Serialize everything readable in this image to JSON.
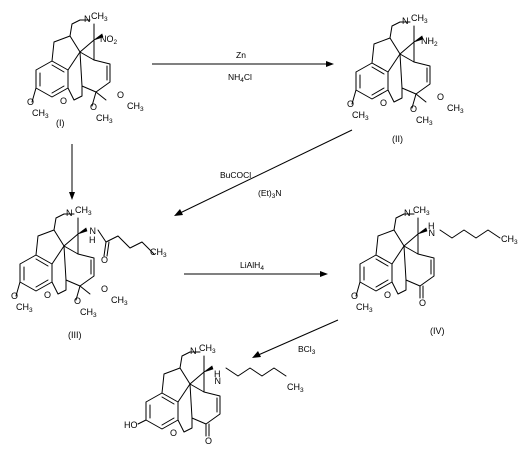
{
  "atoms": {
    "n": "N",
    "ch": "CH",
    "three": "3",
    "no": "NO",
    "two": "2",
    "nh": "NH",
    "o": "O",
    "h": "H",
    "ho": "HO",
    "n_sub": "N",
    "nh_amide": "N"
  },
  "compounds": {
    "I": "(I)",
    "II": "(II)",
    "III": "(III)",
    "IV": "(IV)"
  },
  "reagents": {
    "zn": "Zn",
    "nh4cl": "NH",
    "nh4cl_sub": "4",
    "nh4cl_tail": "Cl",
    "bucocl": "BuCOCl",
    "et3n_open": "(Et)",
    "et3n_sub": "3",
    "et3n_tail": "N",
    "lialh": "LiAlH",
    "lialh_sub": "4",
    "bcl": "BCl",
    "bcl_sub": "3"
  },
  "colors": {
    "ink": "#000000",
    "background": "#ffffff"
  }
}
